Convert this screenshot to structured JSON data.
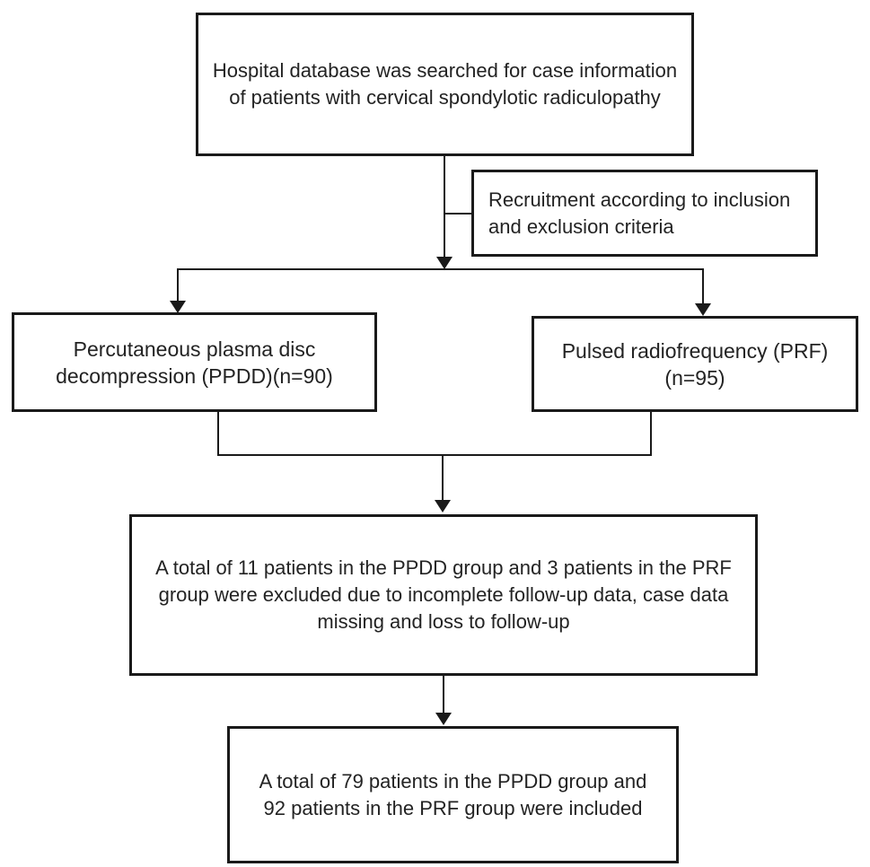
{
  "diagram": {
    "type": "flowchart",
    "colors": {
      "background": "#ffffff",
      "box_border": "#1a1a1a",
      "connector": "#1a1a1a",
      "text": "#232323"
    },
    "nodes": {
      "search": {
        "text": "Hospital database was searched for case information\nof patients with cervical spondylotic radiculopathy"
      },
      "recruitment": {
        "text": "Recruitment according to inclusion\nand exclusion criteria"
      },
      "ppdd": {
        "text": "Percutaneous plasma disc\ndecompression (PPDD)(n=90)"
      },
      "prf": {
        "text": "Pulsed radiofrequency (PRF)\n(n=95)"
      },
      "excluded": {
        "text": "A total of 11 patients in the PPDD group and 3 patients in the PRF\ngroup were excluded due to incomplete follow-up data, case data\nmissing and loss to follow-up"
      },
      "included": {
        "text": "A total of 79 patients in the PPDD group and\n92 patients in the PRF group were included"
      }
    },
    "edges": [
      {
        "from": "search",
        "to": "ppdd",
        "via_note": "recruitment"
      },
      {
        "from": "search",
        "to": "prf",
        "via_note": "recruitment"
      },
      {
        "from": "ppdd",
        "to": "excluded"
      },
      {
        "from": "prf",
        "to": "excluded"
      },
      {
        "from": "excluded",
        "to": "included"
      }
    ]
  }
}
